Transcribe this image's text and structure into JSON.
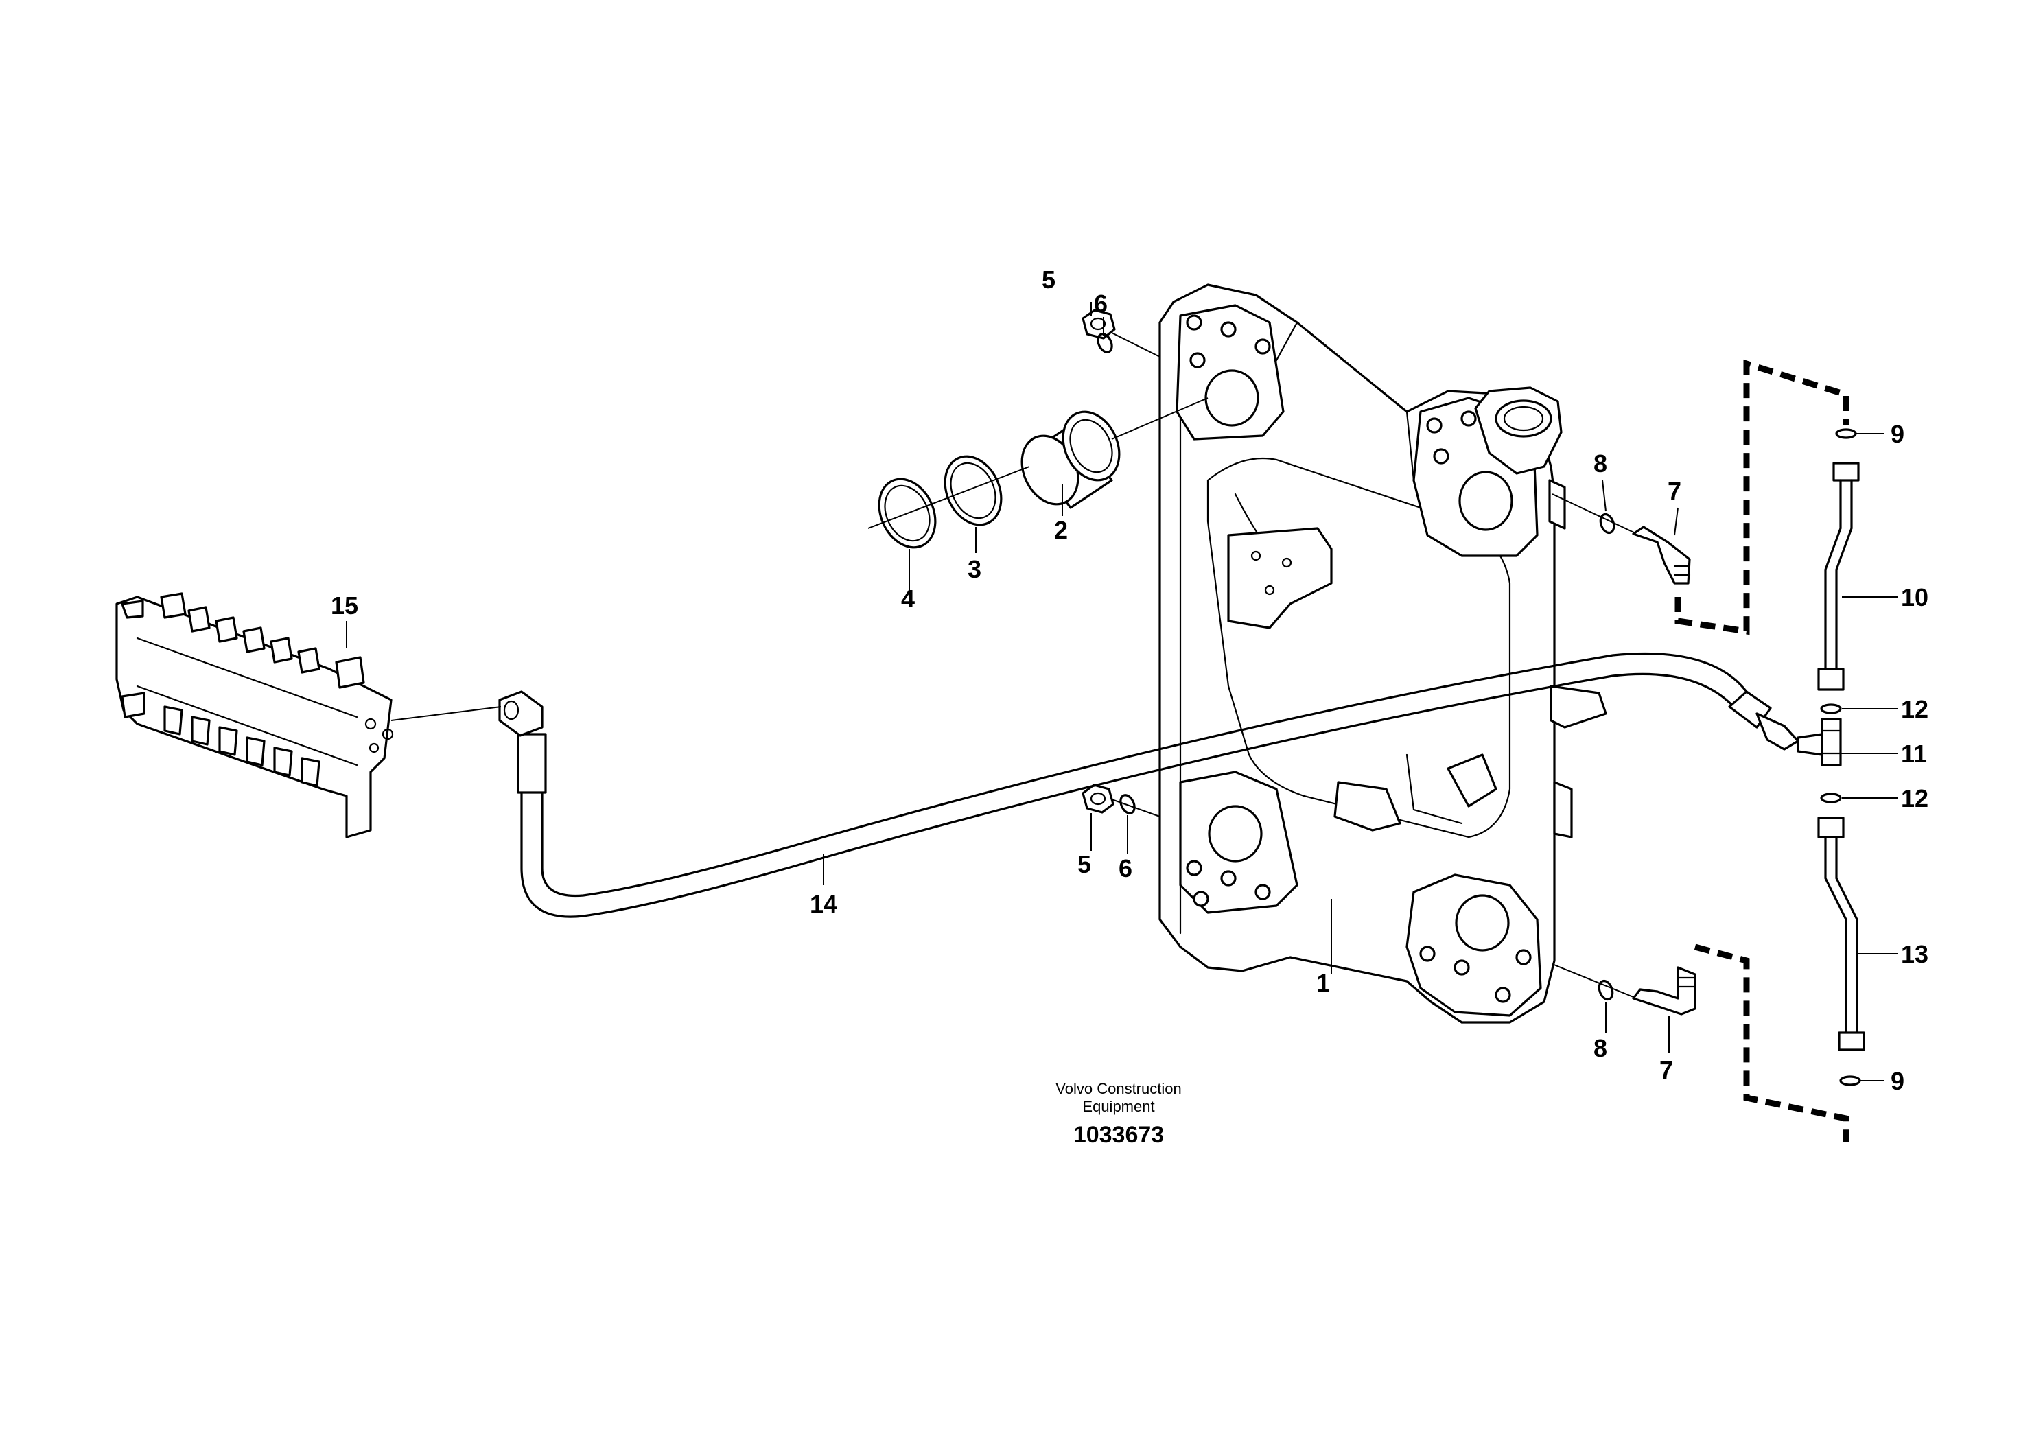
{
  "callouts": {
    "c1": "1",
    "c2": "2",
    "c3": "3",
    "c4": "4",
    "c5a": "5",
    "c5b": "5",
    "c6a": "6",
    "c6b": "6",
    "c7a": "7",
    "c7b": "7",
    "c8a": "8",
    "c8b": "8",
    "c9a": "9",
    "c9b": "9",
    "c10": "10",
    "c11": "11",
    "c12a": "12",
    "c12b": "12",
    "c13": "13",
    "c14": "14",
    "c15": "15"
  },
  "footer": {
    "maker_line1": "Volvo Construction",
    "maker_line2": "Equipment",
    "doc_number": "1033673"
  }
}
